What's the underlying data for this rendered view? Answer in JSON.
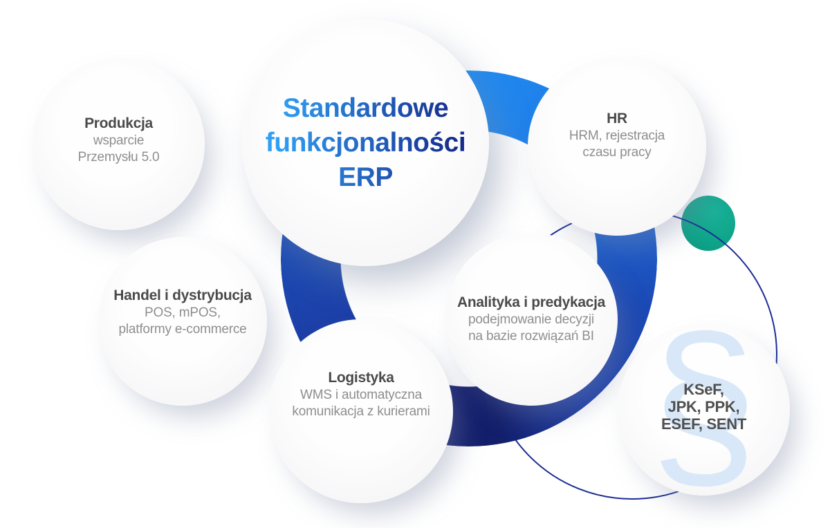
{
  "title": {
    "lines": [
      "Standardowe",
      "funkcjonalności",
      "ERP"
    ]
  },
  "bubbles": {
    "produkcja": {
      "heading": "Produkcja",
      "lines": [
        "wsparcie",
        "Przemysłu 5.0"
      ]
    },
    "hr": {
      "heading": "HR",
      "lines": [
        "HRM, rejestracja",
        "czasu pracy"
      ]
    },
    "handel": {
      "heading": "Handel i dystrybucja",
      "lines": [
        "POS, mPOS,",
        "platformy e-commerce"
      ]
    },
    "logistyka": {
      "heading": "Logistyka",
      "lines": [
        "WMS i automatyczna",
        "komunikacja z kurierami"
      ]
    },
    "analityka": {
      "heading": "Analityka i predykacja",
      "lines": [
        "podejmowanie decyzji",
        "na bazie rozwiązań BI"
      ]
    },
    "ksef": {
      "symbol": "§",
      "lines": [
        "KSeF,",
        "JPK, PPK,",
        "ESEF, SENT"
      ]
    }
  },
  "icons": {
    "section_symbol": "paragraph-sign-icon"
  },
  "colors": {
    "title_gradient_start": "#30a0f6",
    "title_gradient_end": "#152c8e",
    "ring_top": "#1f8cf2",
    "ring_right": "#1b49b4",
    "ring_bottom": "#131f6b",
    "ring_left": "#1c4ab2",
    "thin_circle": "#1b2b94",
    "green": "#0fa58a",
    "heading_text": "#4a4a4a",
    "sub_text": "#8e8e8e",
    "paragraph_symbol": "#d9e8f8"
  }
}
